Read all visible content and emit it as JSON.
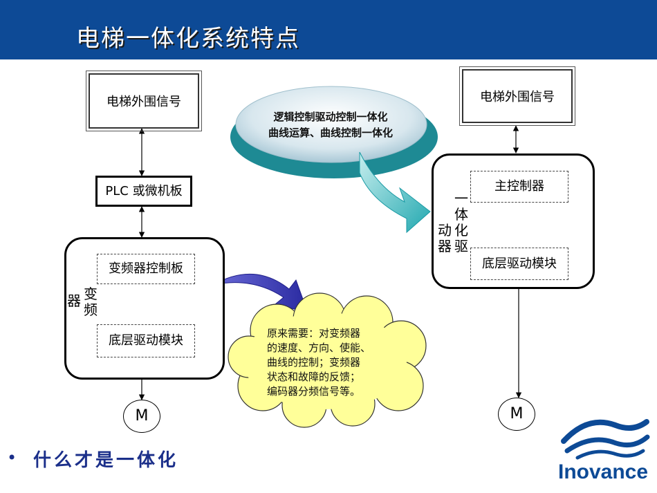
{
  "header": {
    "title": "电梯一体化系统特点"
  },
  "left": {
    "signal_box": "电梯外围信号",
    "plc_box": "PLC 或微机板",
    "inverter_label": "变频器",
    "control_board": "变频器控制板",
    "driver_module": "底层驱动模块",
    "motor": "M"
  },
  "right": {
    "signal_box": "电梯外围信号",
    "integrated_label": "一体化驱动器",
    "main_controller": "主控制器",
    "driver_module": "底层驱动模块",
    "motor": "M"
  },
  "ellipse": {
    "line1": "逻辑控制驱动控制一体化",
    "line2": "曲线运算、曲线控制一体化"
  },
  "cloud": {
    "lines": [
      "原来需要：对变频器",
      "的速度、方向、使能、",
      "曲线的控制；变频器",
      "状态和故障的反馈；",
      "编码器分频信号等。"
    ]
  },
  "footer": {
    "bullet_text": "什么才是一体化",
    "brand": "Inovance"
  }
}
